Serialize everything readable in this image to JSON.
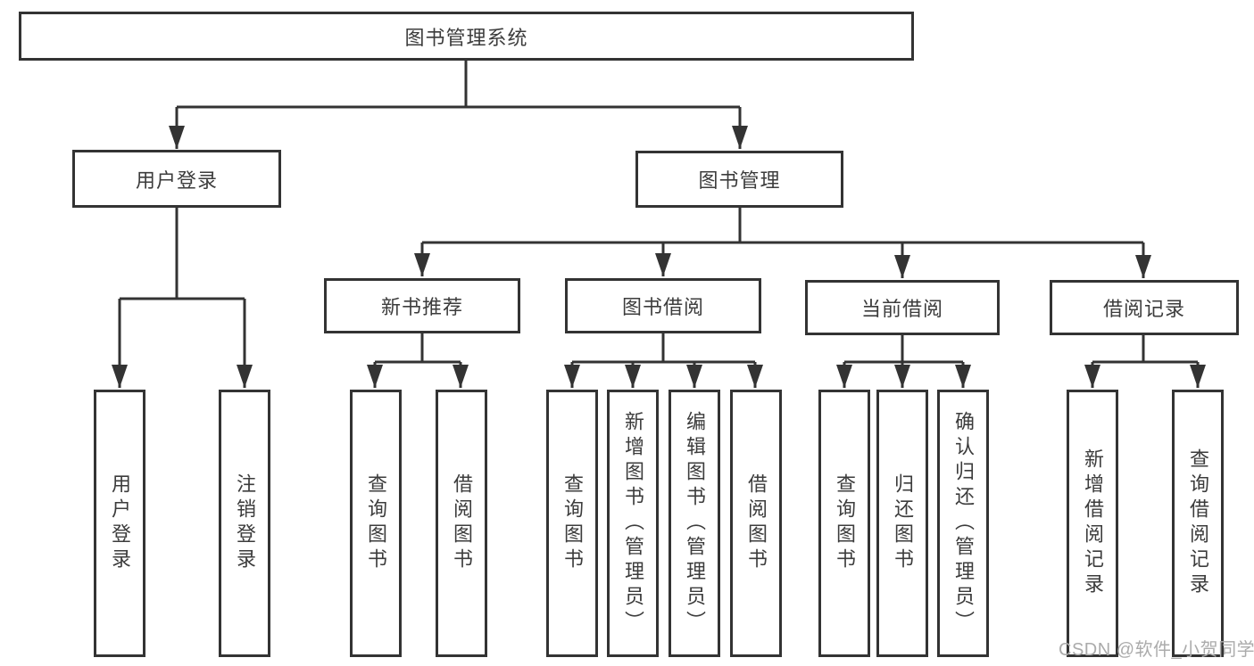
{
  "diagram": {
    "root": {
      "label": "图书管理系统"
    },
    "tier2": [
      {
        "label": "用户登录",
        "children": [
          {
            "label": "用户登录"
          },
          {
            "label": "注销登录"
          }
        ]
      },
      {
        "label": "图书管理",
        "children": [
          {
            "label": "新书推荐",
            "children": [
              {
                "label": "查询图书"
              },
              {
                "label": "借阅图书"
              }
            ]
          },
          {
            "label": "图书借阅",
            "children": [
              {
                "label": "查询图书"
              },
              {
                "label": "新增图书（管理员）"
              },
              {
                "label": "编辑图书（管理员）"
              },
              {
                "label": "借阅图书"
              }
            ]
          },
          {
            "label": "当前借阅",
            "children": [
              {
                "label": "查询图书"
              },
              {
                "label": "归还图书"
              },
              {
                "label": "确认归还（管理员）"
              }
            ]
          },
          {
            "label": "借阅记录",
            "children": [
              {
                "label": "新增借阅记录"
              },
              {
                "label": "查询借阅记录"
              }
            ]
          }
        ]
      }
    ]
  },
  "watermark": {
    "text": "CSDN @软件_小贺同学"
  },
  "colors": {
    "line": "#333333",
    "text": "#3c3c3c",
    "watermark": "#ababab",
    "background": "#ffffff"
  }
}
